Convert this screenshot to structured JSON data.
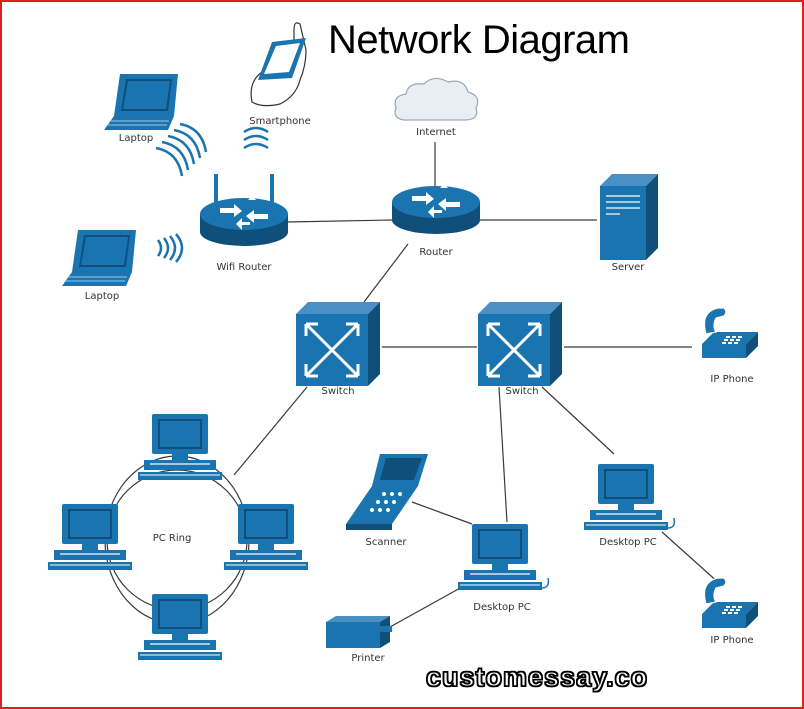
{
  "title": "Network Diagram",
  "watermark": "customessay.co",
  "colors": {
    "device": "#1a74b0",
    "dark": "#0f4f7a",
    "line": "#3a3a3a",
    "cloud": "#e8eef4",
    "border": "#e02020"
  },
  "nodes": {
    "laptop_top": "Laptop",
    "smartphone": "Smartphone",
    "internet": "Internet",
    "wifi_router": "Wifi Router",
    "router": "Router",
    "server": "Server",
    "laptop_bottom": "Laptop",
    "switch_left": "Switch",
    "switch_right": "Switch",
    "ip_phone_top": "IP Phone",
    "pc_ring": "PC Ring",
    "scanner": "Scanner",
    "desktop_pc_center": "Desktop PC",
    "desktop_pc_right": "Desktop PC",
    "printer": "Printer",
    "ip_phone_bottom": "IP Phone"
  }
}
